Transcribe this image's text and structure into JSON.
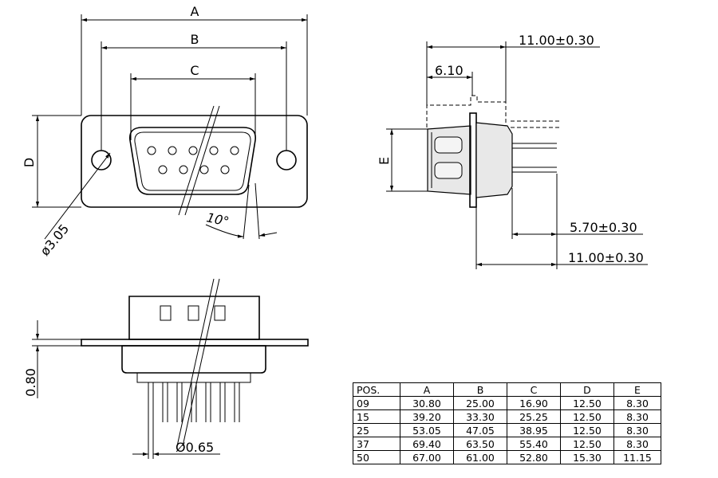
{
  "front_view": {
    "dim_a": "A",
    "dim_b": "B",
    "dim_c": "C",
    "dim_d": "D",
    "hole_dia": "ø3.05",
    "angle": "10°"
  },
  "side_view": {
    "overall_length": "11.00±0.30",
    "flange_offset": "6.10",
    "dim_e": "E",
    "pin_length": "5.70±0.30",
    "pin_overall": "11.00±0.30"
  },
  "bottom_view": {
    "flange_thickness": "0.80",
    "pin_dia": "Ø0.65"
  },
  "table": {
    "headers": [
      "POS.",
      "A",
      "B",
      "C",
      "D",
      "E"
    ],
    "rows": [
      [
        "09",
        "30.80",
        "25.00",
        "16.90",
        "12.50",
        "8.30"
      ],
      [
        "15",
        "39.20",
        "33.30",
        "25.25",
        "12.50",
        "8.30"
      ],
      [
        "25",
        "53.05",
        "47.05",
        "38.95",
        "12.50",
        "8.30"
      ],
      [
        "37",
        "69.40",
        "63.50",
        "55.40",
        "12.50",
        "8.30"
      ],
      [
        "50",
        "67.00",
        "61.00",
        "52.80",
        "15.30",
        "11.15"
      ]
    ]
  }
}
